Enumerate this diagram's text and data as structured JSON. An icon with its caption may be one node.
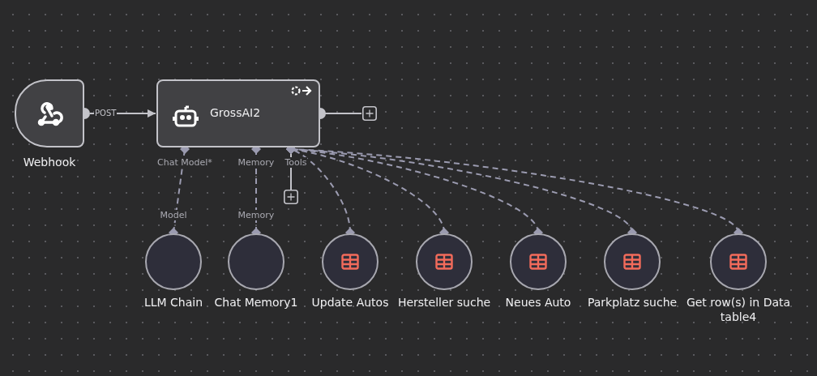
{
  "diagram": {
    "nodes": [
      {
        "text": [
          "Webhook"
        ]
      },
      {
        "text": [
          "GrossAI2"
        ]
      },
      {
        "text": [
          "LLM Chain"
        ]
      },
      {
        "text": [
          "Chat Memory1"
        ]
      },
      {
        "text": [
          "Update Autos"
        ]
      },
      {
        "text": [
          "Hersteller suche"
        ]
      },
      {
        "text": [
          "Neues Auto"
        ]
      },
      {
        "text": [
          "Parkplatz suche"
        ]
      },
      {
        "text": [
          "Get row(s) in Data table4"
        ]
      },
      {
        "text": [],
        "shape": "box"
      },
      {
        "text": [],
        "shape": "box"
      }
    ],
    "edges": [
      {
        "from": 0,
        "to": 1,
        "arrow": "to",
        "label": "POST"
      },
      {
        "from": 1,
        "to": 9,
        "arrow": "other"
      },
      {
        "from": 1,
        "to": 10,
        "arrow": "none"
      },
      {
        "from": 2,
        "to": 1,
        "arrow": "other",
        "style": "dashed"
      },
      {
        "from": 3,
        "to": 1,
        "arrow": "other",
        "style": "dashed"
      },
      {
        "from": 4,
        "to": 1,
        "arrow": "other",
        "style": "dashed"
      },
      {
        "from": 5,
        "to": 1,
        "arrow": "other",
        "style": "dashed"
      },
      {
        "from": 6,
        "to": 1,
        "arrow": "other",
        "style": "dashed"
      },
      {
        "from": 7,
        "to": 1,
        "arrow": "other",
        "style": "dashed"
      },
      {
        "from": 8,
        "to": 1,
        "arrow": "other",
        "style": "dashed"
      }
    ],
    "labels": [
      "Chat Model*",
      "Memory",
      "Tools",
      "Model",
      "Memory"
    ]
  }
}
